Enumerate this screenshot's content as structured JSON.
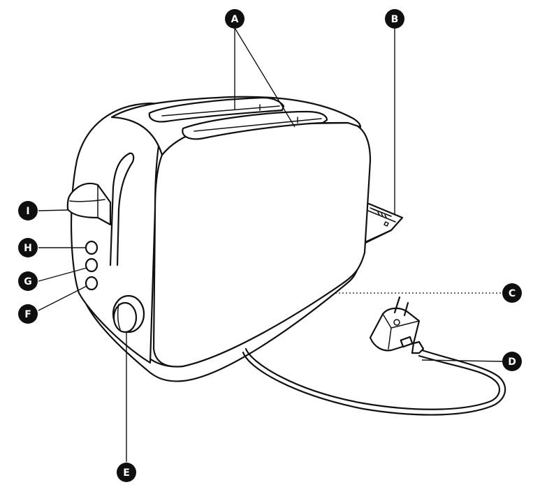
{
  "callouts": [
    {
      "id": "A",
      "label": "A"
    },
    {
      "id": "B",
      "label": "B"
    },
    {
      "id": "C",
      "label": "C"
    },
    {
      "id": "D",
      "label": "D"
    },
    {
      "id": "E",
      "label": "E"
    },
    {
      "id": "F",
      "label": "F"
    },
    {
      "id": "G",
      "label": "G"
    },
    {
      "id": "H",
      "label": "H"
    },
    {
      "id": "I",
      "label": "I"
    }
  ],
  "colors": {
    "line": "#111111",
    "badge": "#0f0f0f",
    "badge_text": "#ffffff",
    "background": "#ffffff"
  }
}
